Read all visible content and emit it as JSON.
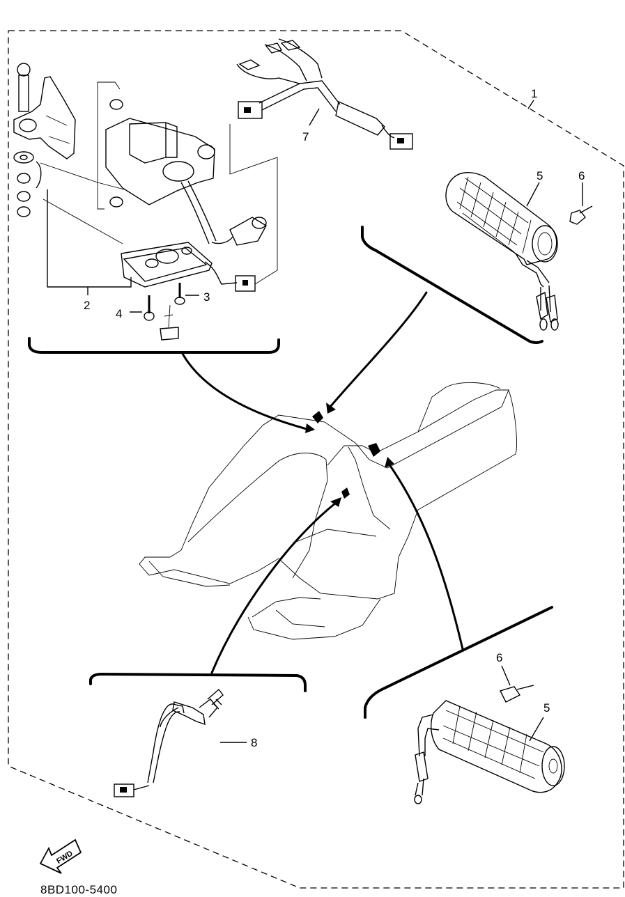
{
  "parts": [
    {
      "ref": "1"
    },
    {
      "ref": "2"
    },
    {
      "ref": "3"
    },
    {
      "ref": "4"
    },
    {
      "ref": "5"
    },
    {
      "ref": "6"
    },
    {
      "ref": "7"
    },
    {
      "ref": "8"
    }
  ],
  "fwd_arrow_text": "FWD",
  "drawing_code": "8BD100-5400"
}
